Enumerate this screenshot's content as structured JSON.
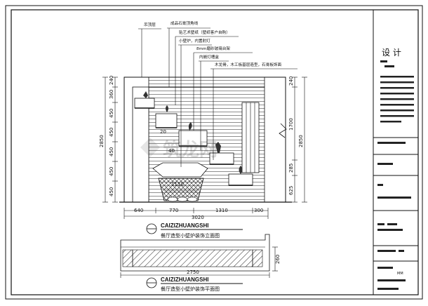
{
  "drawing": {
    "elevation_title_en": "CAIZIZHUANGSHI",
    "elevation_title_cn": "餐厅造型小壁炉装饰立面图",
    "plan_title_en": "CAIZIZHUANGSHI",
    "plan_title_cn": "餐厅造型小壁炉装饰平面图",
    "watermark": "筑龙网"
  },
  "annotations": [
    "吊顶层",
    "成品石膏顶角线",
    "贴艺术壁纸（壁纸客户自购）",
    "小壁炉，内置射灯",
    "8mm磨砂玻璃台架",
    "内嵌灯槽盒",
    "木龙骨，木工板基层造型，石膏板饰面"
  ],
  "dimensions": {
    "left_vertical": [
      "240",
      "360",
      "450",
      "450",
      "450",
      "450",
      "450"
    ],
    "left_total": "2850",
    "right_vertical": [
      "240",
      "1700",
      "285",
      "625"
    ],
    "right_total": "2850",
    "bottom_segments": [
      "640",
      "770",
      "1310",
      "300"
    ],
    "bottom_total": "3020",
    "inner": [
      "20",
      "40",
      "1110"
    ],
    "plan_width": "2750",
    "plan_depth": "260"
  },
  "title_block": {
    "design_label": "设 计",
    "marks": [
      "MM"
    ]
  }
}
